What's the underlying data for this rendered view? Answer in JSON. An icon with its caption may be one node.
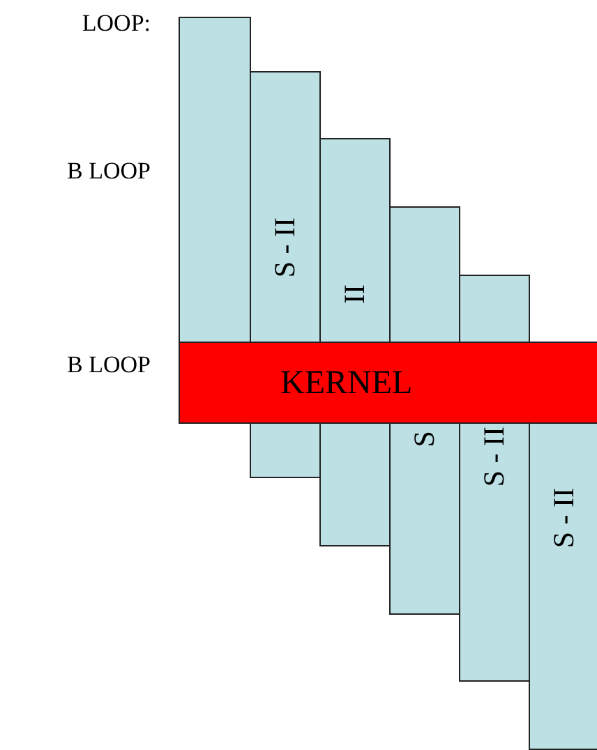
{
  "diagram": {
    "nodes": [
      {
        "text": [],
        "shape": "bar"
      },
      {
        "text": [
          "S - II"
        ]
      },
      {
        "text": [
          "II"
        ]
      },
      {
        "text": [
          "S"
        ]
      },
      {
        "text": [
          "S - II"
        ]
      },
      {
        "text": [
          "S - II"
        ]
      },
      {
        "text": [
          "KERNEL"
        ]
      }
    ],
    "edges": [],
    "labels": [
      "LOOP:",
      "B LOOP",
      "B LOOP"
    ]
  }
}
